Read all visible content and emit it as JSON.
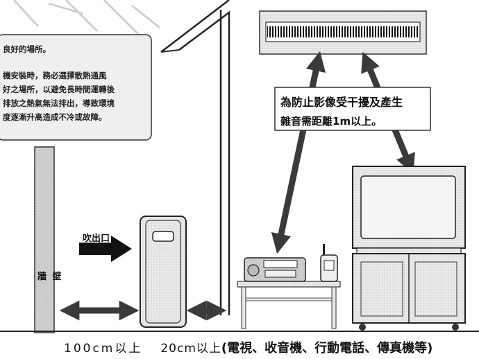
{
  "ventilation_note": {
    "lines": [
      "良好的場所。",
      "機安裝時，務必選擇散熱通風",
      "好之場所，以避免長時間運轉後",
      "排放之熱氣無法排出，導致環境",
      "度逐漸升高造成不冷或故障。"
    ]
  },
  "wall_label": "牆 壁",
  "outlet_label": "吹出口",
  "distance_note": {
    "line1": "為防止影像受干擾及產生",
    "line2": "雜音需距離1m以上。"
  },
  "bottom_labels": {
    "wall_clearance": "100cm以上",
    "side_clearance": "20cm以上",
    "appliances": "(電視、收音機、行動電話、傳真機等)"
  }
}
